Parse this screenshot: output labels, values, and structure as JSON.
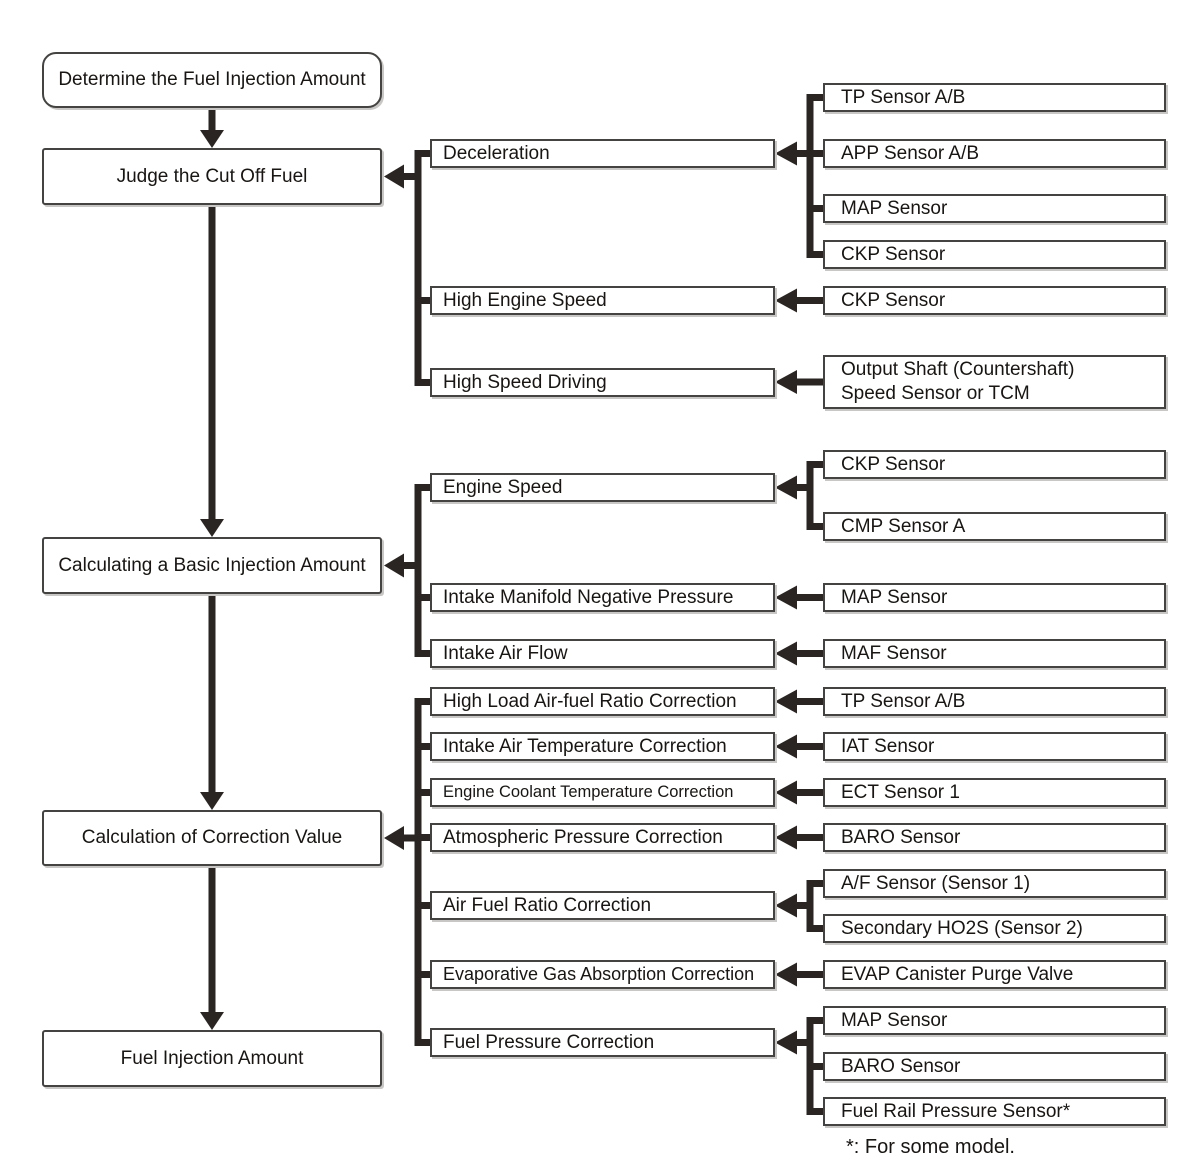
{
  "flow": {
    "steps": [
      {
        "label": "Determine the Fuel Injection Amount"
      },
      {
        "label": "Judge the Cut Off Fuel"
      },
      {
        "label": "Calculating a Basic Injection Amount"
      },
      {
        "label": "Calculation of Correction Value"
      },
      {
        "label": "Fuel Injection Amount"
      }
    ]
  },
  "groups": [
    {
      "target_step": "Judge the Cut Off Fuel",
      "conditions": [
        {
          "label": "Deceleration",
          "sensors": [
            {
              "label": "TP Sensor A/B"
            },
            {
              "label": "APP Sensor A/B"
            },
            {
              "label": "MAP Sensor"
            },
            {
              "label": "CKP Sensor"
            }
          ]
        },
        {
          "label": "High Engine Speed",
          "sensors": [
            {
              "label": "CKP Sensor"
            }
          ]
        },
        {
          "label": "High Speed Driving",
          "sensors": [
            {
              "label": "Output Shaft (Countershaft)\nSpeed Sensor or TCM"
            }
          ]
        }
      ]
    },
    {
      "target_step": "Calculating a Basic Injection Amount",
      "conditions": [
        {
          "label": "Engine Speed",
          "sensors": [
            {
              "label": "CKP Sensor"
            },
            {
              "label": "CMP Sensor A"
            }
          ]
        },
        {
          "label": "Intake Manifold Negative Pressure",
          "sensors": [
            {
              "label": "MAP Sensor"
            }
          ]
        },
        {
          "label": "Intake Air Flow",
          "sensors": [
            {
              "label": "MAF Sensor"
            }
          ]
        }
      ]
    },
    {
      "target_step": "Calculation of Correction Value",
      "conditions": [
        {
          "label": "High Load Air-fuel Ratio Correction",
          "sensors": [
            {
              "label": "TP Sensor A/B"
            }
          ]
        },
        {
          "label": "Intake Air Temperature Correction",
          "sensors": [
            {
              "label": "IAT Sensor"
            }
          ]
        },
        {
          "label": "Engine Coolant Temperature Correction",
          "sensors": [
            {
              "label": "ECT Sensor 1"
            }
          ]
        },
        {
          "label": "Atmospheric Pressure Correction",
          "sensors": [
            {
              "label": "BARO Sensor"
            }
          ]
        },
        {
          "label": "Air Fuel Ratio Correction",
          "sensors": [
            {
              "label": "A/F Sensor (Sensor 1)"
            },
            {
              "label": "Secondary HO2S (Sensor 2)"
            }
          ]
        },
        {
          "label": "Evaporative Gas Absorption Correction",
          "sensors": [
            {
              "label": "EVAP Canister Purge Valve"
            }
          ]
        },
        {
          "label": "Fuel Pressure Correction",
          "sensors": [
            {
              "label": "MAP Sensor"
            },
            {
              "label": "BARO Sensor"
            },
            {
              "label": "Fuel Rail Pressure Sensor*"
            }
          ]
        }
      ]
    }
  ],
  "footnote": "*: For some model.",
  "colors": {
    "line": "#2a2522",
    "box_border": "#454341",
    "box_fill": "#ffffff",
    "text": "#181512",
    "background": "#ffffff"
  }
}
